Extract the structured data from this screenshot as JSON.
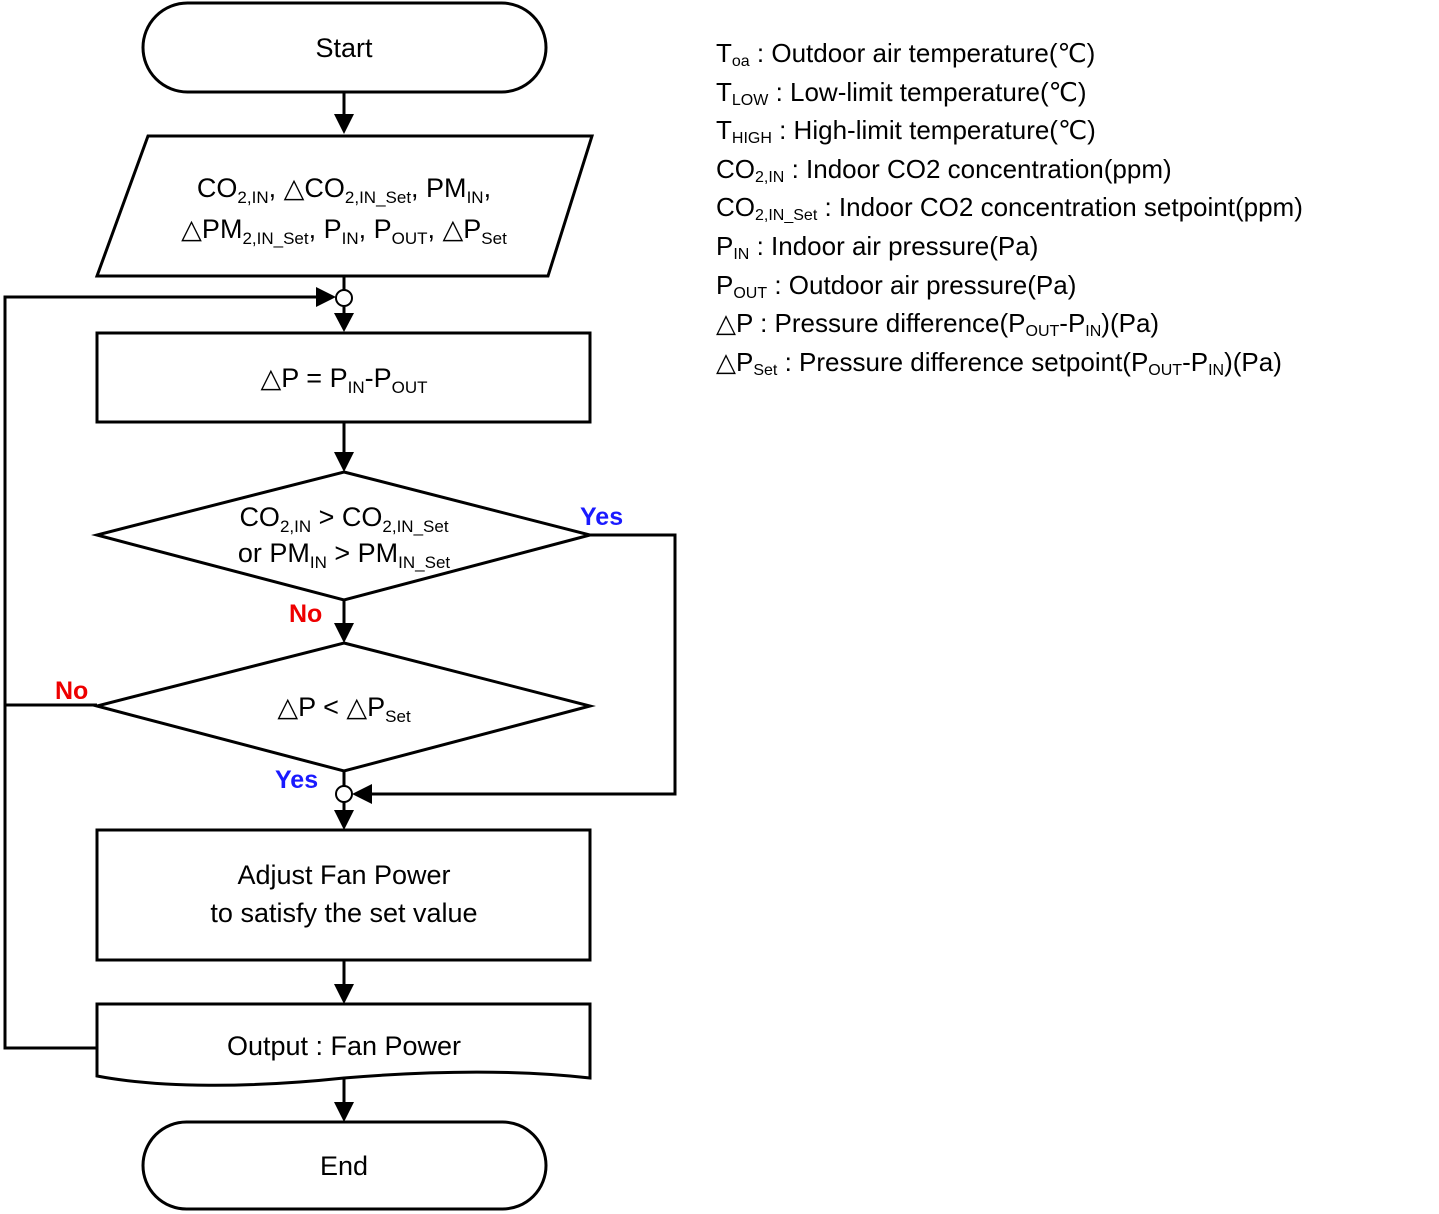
{
  "flowchart": {
    "start_label": "Start",
    "end_label": "End",
    "input": {
      "line1": [
        {
          "t": "CO"
        },
        {
          "s": "2,IN"
        },
        {
          "t": ", △CO"
        },
        {
          "s": "2,IN_Set"
        },
        {
          "t": ", PM"
        },
        {
          "s": "IN"
        },
        {
          "t": ","
        }
      ],
      "line2": [
        {
          "t": "△PM"
        },
        {
          "s": "2,IN_Set"
        },
        {
          "t": ", P"
        },
        {
          "s": "IN"
        },
        {
          "t": ", P"
        },
        {
          "s": "OUT"
        },
        {
          "t": ", △P"
        },
        {
          "s": "Set"
        }
      ]
    },
    "process_dp": [
      {
        "t": "△P = P"
      },
      {
        "s": "IN"
      },
      {
        "t": "-P"
      },
      {
        "s": "OUT"
      }
    ],
    "decision1": {
      "line1": [
        {
          "t": "CO"
        },
        {
          "s": "2,IN"
        },
        {
          "t": " > CO"
        },
        {
          "s": "2,IN_Set"
        }
      ],
      "line2": [
        {
          "t": "or PM"
        },
        {
          "s": "IN"
        },
        {
          "t": " > PM"
        },
        {
          "s": "IN_Set"
        }
      ]
    },
    "decision2": [
      {
        "t": "△P  < △P"
      },
      {
        "s": "Set"
      }
    ],
    "adjust": {
      "line1": "Adjust Fan Power",
      "line2": "to satisfy the set value"
    },
    "output_label": "Output : Fan Power",
    "labels": {
      "d1_yes": "Yes",
      "d1_no": "No",
      "d2_no": "No",
      "d2_yes": "Yes"
    }
  },
  "legend": [
    [
      {
        "t": "T"
      },
      {
        "s": "oa"
      },
      {
        "t": " : Outdoor air temperature(℃)"
      }
    ],
    [
      {
        "t": "T"
      },
      {
        "s": "LOW"
      },
      {
        "t": " : Low-limit temperature(℃)"
      }
    ],
    [
      {
        "t": "T"
      },
      {
        "s": "HIGH"
      },
      {
        "t": " : High-limit temperature(℃)"
      }
    ],
    [
      {
        "t": "CO"
      },
      {
        "s": "2,IN"
      },
      {
        "t": " : Indoor CO2 concentration(ppm)"
      }
    ],
    [
      {
        "t": "CO"
      },
      {
        "s": "2,IN_Set"
      },
      {
        "t": " : Indoor CO2 concentration setpoint(ppm)"
      }
    ],
    [
      {
        "t": "P"
      },
      {
        "s": "IN"
      },
      {
        "t": " : Indoor air pressure(Pa)"
      }
    ],
    [
      {
        "t": "P"
      },
      {
        "s": "OUT"
      },
      {
        "t": " : Outdoor air pressure(Pa)"
      }
    ],
    [
      {
        "t": "△P : Pressure difference(P"
      },
      {
        "s": "OUT"
      },
      {
        "t": "-P"
      },
      {
        "s": "IN"
      },
      {
        "t": ")(Pa)"
      }
    ],
    [
      {
        "t": "△P"
      },
      {
        "s": "Set"
      },
      {
        "t": " : Pressure difference setpoint(P"
      },
      {
        "s": "OUT"
      },
      {
        "t": "-P"
      },
      {
        "s": "IN"
      },
      {
        "t": ")(Pa)"
      }
    ]
  ]
}
